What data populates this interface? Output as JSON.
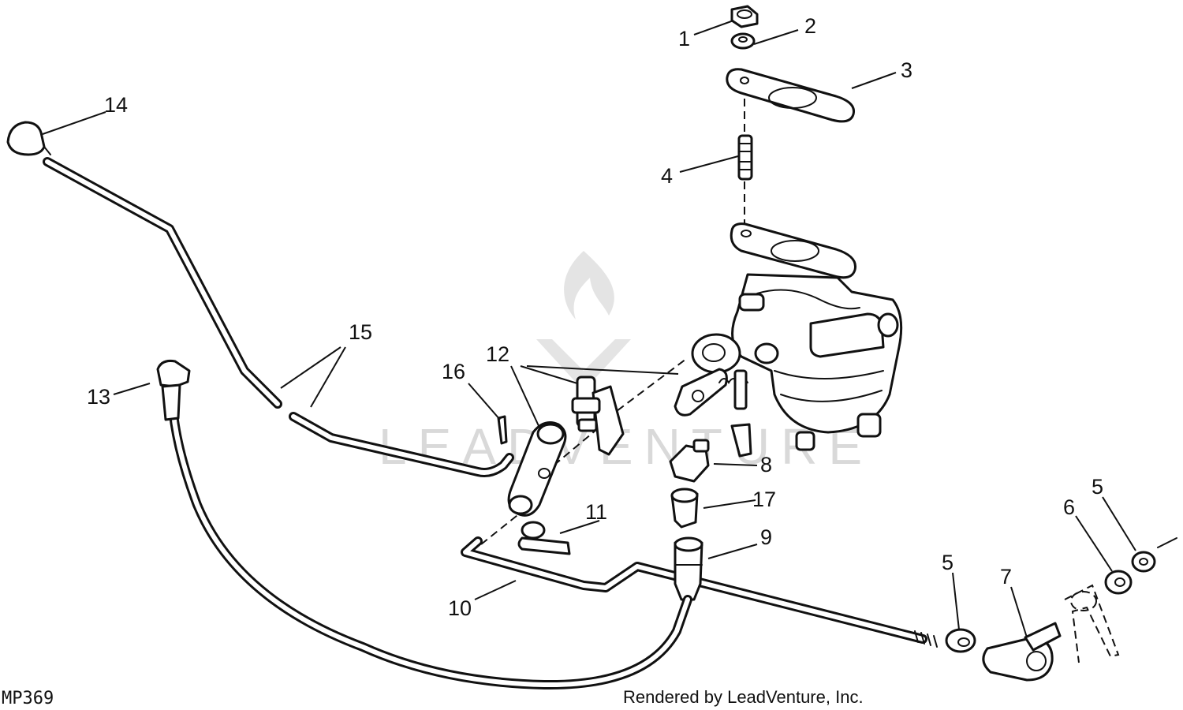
{
  "diagram": {
    "code": "MP369",
    "credit": "Rendered by LeadVenture, Inc.",
    "watermark": "LEADVENTURE",
    "callouts": [
      {
        "id": "c1",
        "label": "1"
      },
      {
        "id": "c2",
        "label": "2"
      },
      {
        "id": "c3",
        "label": "3"
      },
      {
        "id": "c4",
        "label": "4"
      },
      {
        "id": "c5a",
        "label": "5"
      },
      {
        "id": "c5b",
        "label": "5"
      },
      {
        "id": "c6",
        "label": "6"
      },
      {
        "id": "c7",
        "label": "7"
      },
      {
        "id": "c8",
        "label": "8"
      },
      {
        "id": "c9",
        "label": "9"
      },
      {
        "id": "c10",
        "label": "10"
      },
      {
        "id": "c11",
        "label": "11"
      },
      {
        "id": "c12",
        "label": "12"
      },
      {
        "id": "c13",
        "label": "13"
      },
      {
        "id": "c14",
        "label": "14"
      },
      {
        "id": "c15",
        "label": "15"
      },
      {
        "id": "c16",
        "label": "16"
      },
      {
        "id": "c17",
        "label": "17"
      }
    ]
  }
}
